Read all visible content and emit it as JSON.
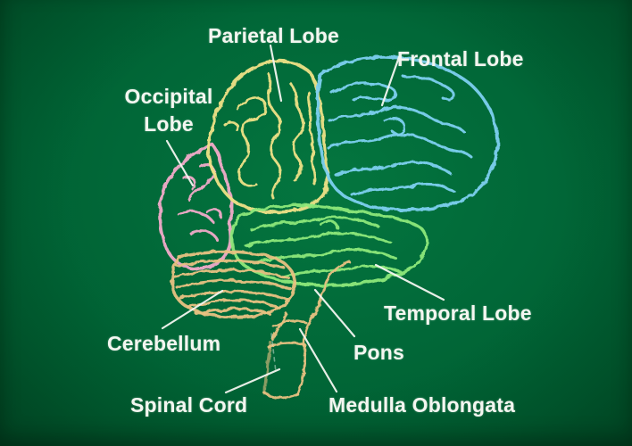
{
  "diagram": {
    "labels": {
      "parietal": {
        "text": "Parietal Lobe"
      },
      "frontal": {
        "text": "Frontal Lobe"
      },
      "occipital": {
        "text": "Occipital Lobe"
      },
      "temporal": {
        "text": "Temporal Lobe"
      },
      "cerebellum": {
        "text": "Cerebellum"
      },
      "pons": {
        "text": "Pons"
      },
      "spinal_cord": {
        "text": "Spinal Cord"
      },
      "medulla": {
        "text": "Medulla Oblongata"
      }
    },
    "colors": {
      "background": "#00693a",
      "parietal": "#efe187",
      "frontal": "#7dd0f0",
      "occipital": "#f2abc9",
      "temporal": "#8de87a",
      "cerebellum": "#e9c282",
      "brainstem": "#e9c282",
      "leader_line": "#f3f6f0",
      "label_text": "#f3f6f0"
    }
  }
}
